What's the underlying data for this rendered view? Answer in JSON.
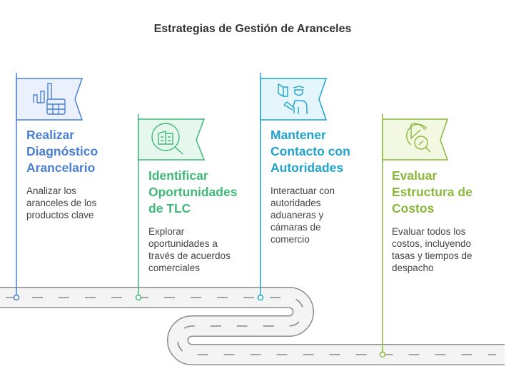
{
  "title": "Estrategias de Gestión de Aranceles",
  "colors": {
    "blue": "#4a7fd4",
    "green": "#3fb878",
    "cyan": "#1fa3cc",
    "lime": "#8ab83a"
  },
  "steps": [
    {
      "heading": "Realizar\nDiagnóstico\nArancelario",
      "description": "Analizar los\naranceles de los\nproductos clave",
      "icon": "chart-table-icon"
    },
    {
      "heading": "Identificar\nOportunidades\nde TLC",
      "description": "Explorar\noportunidades a\ntravés de acuerdos\ncomerciales",
      "icon": "search-document-icon"
    },
    {
      "heading": "Mantener\nContacto con\nAutoridades",
      "description": "Interactuar con\nautoridades\naduaneras y\ncámaras de\ncomercio",
      "icon": "customs-officer-icon"
    },
    {
      "heading": "Evaluar\nEstructura de\nCostos",
      "description": "Evaluar todos los\ncostos, incluyendo\ntasas y tiempos de\ndespacho",
      "icon": "pie-chart-search-icon"
    }
  ]
}
